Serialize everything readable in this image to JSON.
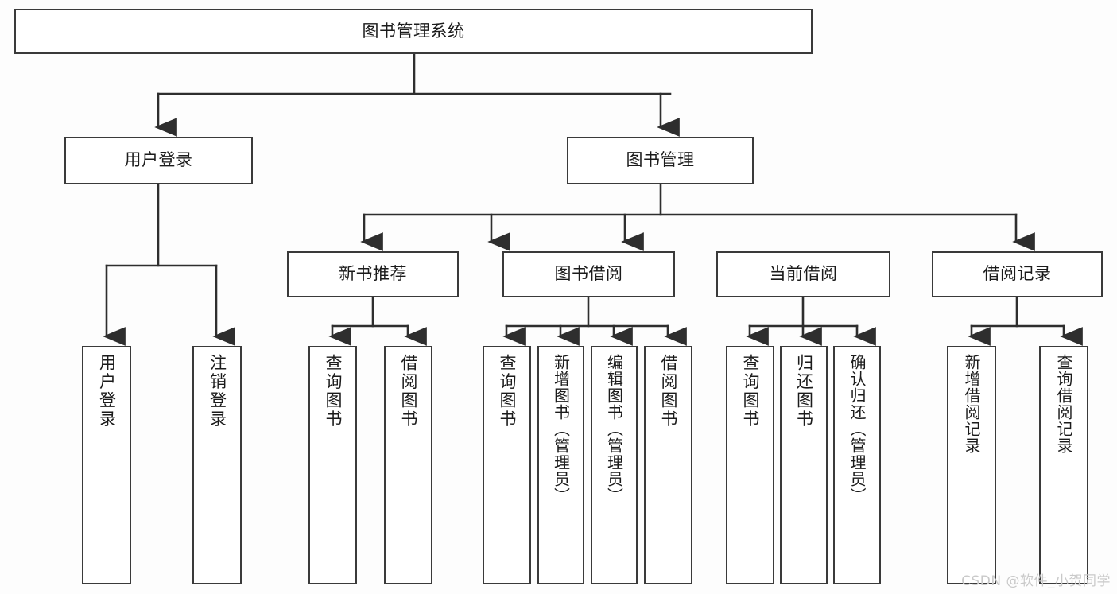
{
  "diagram": {
    "title": "图书管理系统",
    "type": "tree-hierarchy-chart",
    "root": {
      "id": "root",
      "label": "图书管理系统",
      "orientation": "horizontal"
    },
    "level2": [
      {
        "id": "user-login",
        "label": "用户登录",
        "orientation": "horizontal"
      },
      {
        "id": "book-manage",
        "label": "图书管理",
        "orientation": "horizontal"
      }
    ],
    "level3": [
      {
        "id": "new-book-recommend",
        "label": "新书推荐",
        "orientation": "horizontal",
        "parent": "book-manage"
      },
      {
        "id": "book-borrow",
        "label": "图书借阅",
        "orientation": "horizontal",
        "parent": "book-manage"
      },
      {
        "id": "current-borrow",
        "label": "当前借阅",
        "orientation": "horizontal",
        "parent": "book-manage"
      },
      {
        "id": "borrow-record",
        "label": "借阅记录",
        "orientation": "horizontal",
        "parent": "book-manage"
      }
    ],
    "leaves": [
      {
        "id": "leaf-user-login",
        "label": "用户登录",
        "parent": "user-login"
      },
      {
        "id": "leaf-logout-login",
        "label": "注销登录",
        "parent": "user-login"
      },
      {
        "id": "leaf-query-book-1",
        "label": "查询图书",
        "parent": "new-book-recommend"
      },
      {
        "id": "leaf-borrow-book-1",
        "label": "借阅图书",
        "parent": "new-book-recommend"
      },
      {
        "id": "leaf-query-book-2",
        "label": "查询图书",
        "parent": "book-borrow"
      },
      {
        "id": "leaf-add-book",
        "label": "新增图书（管理员）",
        "parent": "book-borrow"
      },
      {
        "id": "leaf-edit-book",
        "label": "编辑图书（管理员）",
        "parent": "book-borrow"
      },
      {
        "id": "leaf-borrow-book-2",
        "label": "借阅图书",
        "parent": "book-borrow"
      },
      {
        "id": "leaf-query-book-3",
        "label": "查询图书",
        "parent": "current-borrow"
      },
      {
        "id": "leaf-return-book",
        "label": "归还图书",
        "parent": "current-borrow"
      },
      {
        "id": "leaf-confirm-return",
        "label": "确认归还（管理员）",
        "parent": "current-borrow"
      },
      {
        "id": "leaf-add-record",
        "label": "新增借阅记录",
        "parent": "borrow-record"
      },
      {
        "id": "leaf-query-record",
        "label": "查询借阅记录",
        "parent": "borrow-record"
      }
    ]
  },
  "watermark": {
    "text": "CSDN @软件_小贺同学"
  },
  "colors": {
    "border": "#3a3a3a",
    "text": "#1b1b1b",
    "background": "#fdfdfd",
    "watermark": "#c9c9c9"
  }
}
